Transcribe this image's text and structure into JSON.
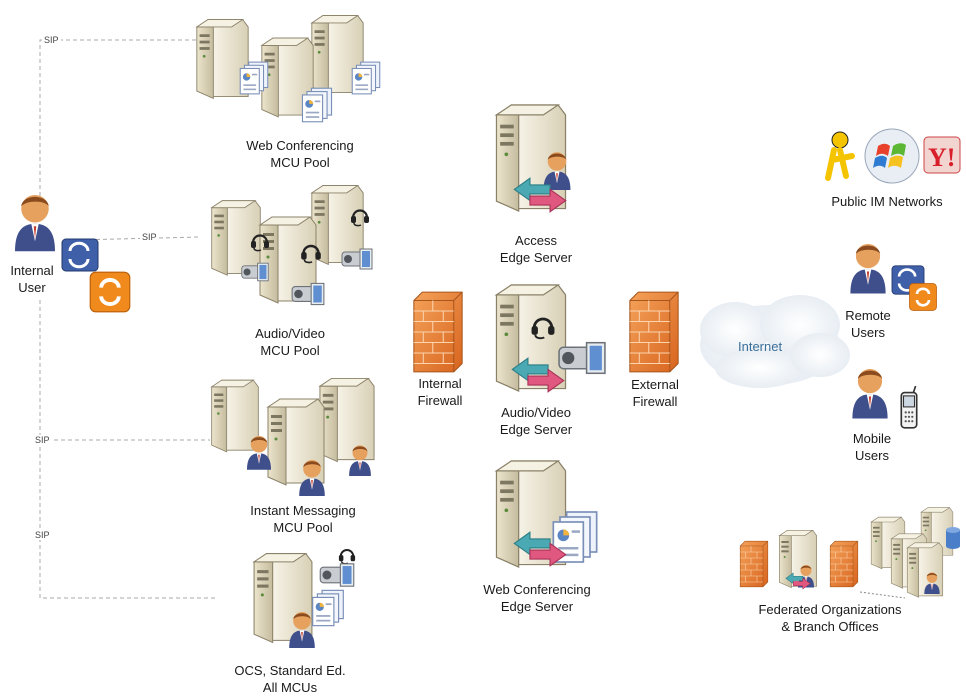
{
  "nodes": {
    "internal_user": [
      "Internal",
      "User"
    ],
    "web_conf_pool": [
      "Web Conferencing",
      "MCU Pool"
    ],
    "av_pool": [
      "Audio/Video",
      "MCU Pool"
    ],
    "im_pool": [
      "Instant Messaging",
      "MCU Pool"
    ],
    "ocs_standard": [
      "OCS, Standard Ed.",
      "All MCUs"
    ],
    "internal_firewall": [
      "Internal",
      "Firewall"
    ],
    "access_edge": [
      "Access",
      "Edge Server"
    ],
    "av_edge": [
      "Audio/Video",
      "Edge Server"
    ],
    "web_conf_edge": [
      "Web Conferencing",
      "Edge Server"
    ],
    "external_firewall": [
      "External",
      "Firewall"
    ],
    "internet": "Internet",
    "public_im": "Public IM Networks",
    "remote_users": [
      "Remote",
      "Users"
    ],
    "mobile_users": [
      "Mobile",
      "Users"
    ],
    "federated": [
      "Federated Organizations",
      "& Branch Offices"
    ]
  },
  "connections": {
    "sip_label": "SIP"
  }
}
